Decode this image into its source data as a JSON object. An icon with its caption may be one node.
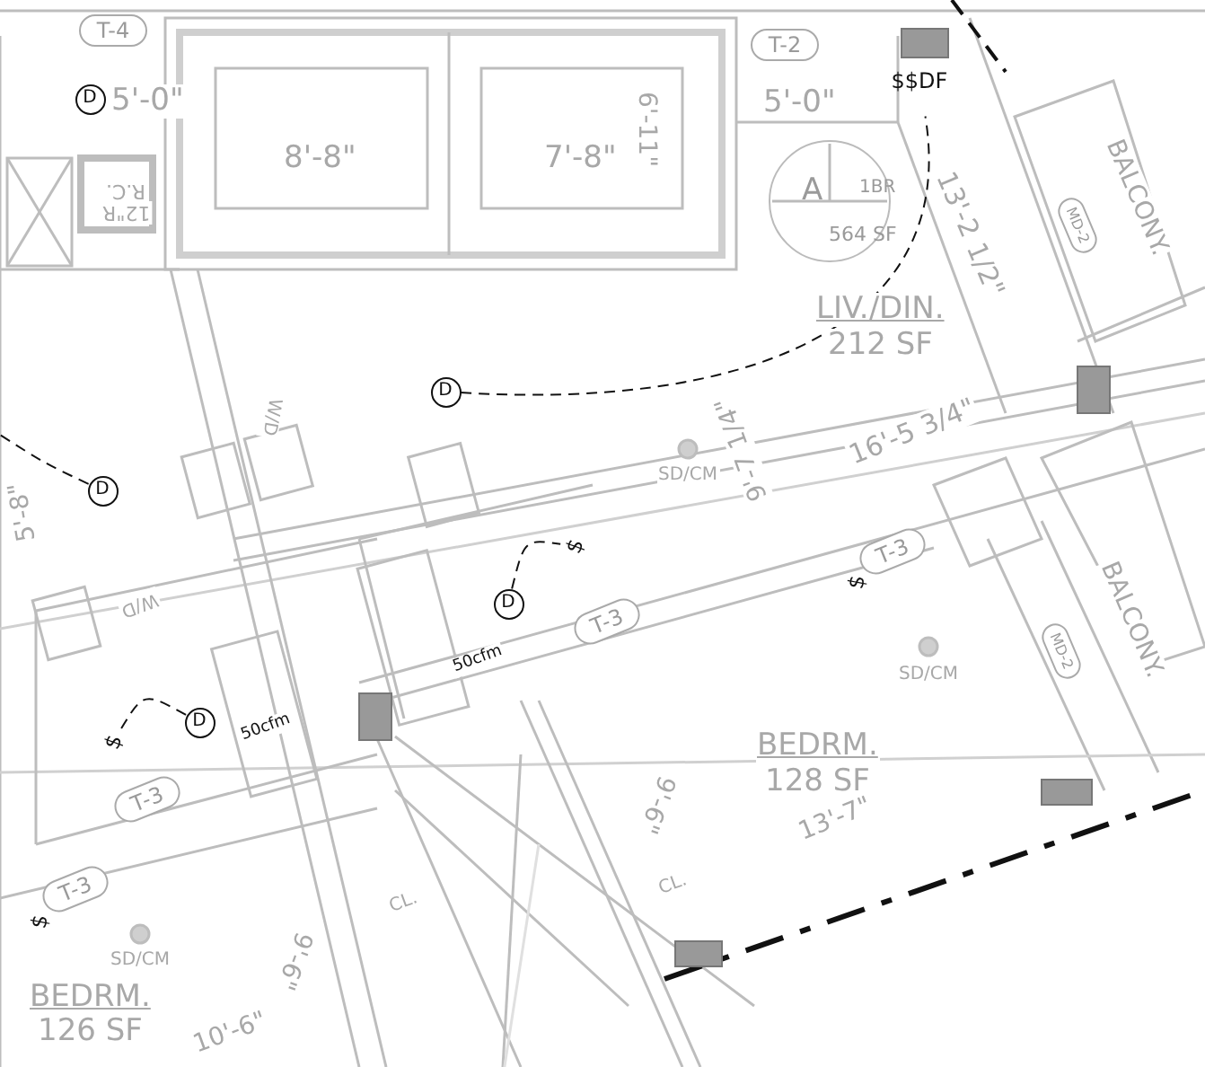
{
  "diagram": {
    "nodes": [
      {
        "text": [
          "T-4"
        ]
      },
      {
        "text": [
          "D"
        ]
      },
      {
        "text": [
          "T-2"
        ]
      },
      {
        "text": [
          "$$DF"
        ]
      },
      {
        "text": [
          "A",
          "1BR",
          "564 SF"
        ]
      },
      {
        "text": [
          "MD-2"
        ]
      },
      {
        "text": [
          "D"
        ]
      },
      {
        "text": [
          "D"
        ]
      },
      {
        "text": [
          "D"
        ]
      },
      {
        "text": [
          "$"
        ]
      },
      {
        "text": [
          "T-3"
        ]
      },
      {
        "text": [
          "$"
        ]
      },
      {
        "text": [
          "T-3"
        ]
      },
      {
        "text": [
          "MD-2"
        ]
      },
      {
        "text": [
          "D"
        ]
      },
      {
        "text": [
          "$"
        ]
      },
      {
        "text": [
          "T-3"
        ]
      },
      {
        "text": [
          "T-3"
        ]
      },
      {
        "text": [
          "$"
        ]
      }
    ],
    "edges": [
      {
        "from": 6,
        "to": 3,
        "arrow": "none",
        "style": "dashed"
      },
      {
        "from": 7,
        "to": null,
        "arrow": "none",
        "style": "dashed"
      },
      {
        "from": 8,
        "to": 9,
        "arrow": "none",
        "style": "dashed"
      },
      {
        "from": 14,
        "to": 15,
        "arrow": "none",
        "style": "dashed"
      }
    ],
    "labels": [
      "5'-0\"",
      "8'-8\"",
      "7'-8\"",
      "6'-11\"",
      "R.C.",
      "12\"R",
      "5'-0\"",
      "LIV./DIN.",
      "212 SF",
      "13'-2 1/2\"",
      "BALCONY.",
      "9'-7 1/4\"",
      "16'-5 3/4\"",
      "5'-8\"",
      "W/D",
      "W/D",
      "SD/CM",
      "50cfm",
      "SD/CM",
      "BALCONY.",
      "BEDRM.",
      "128 SF",
      "13'-7\"",
      "50cfm",
      "9'-6\"",
      "CL.",
      "9'-6\"",
      "CL.",
      "SD/CM",
      "BEDRM.",
      "126 SF",
      "10'-6\""
    ]
  }
}
